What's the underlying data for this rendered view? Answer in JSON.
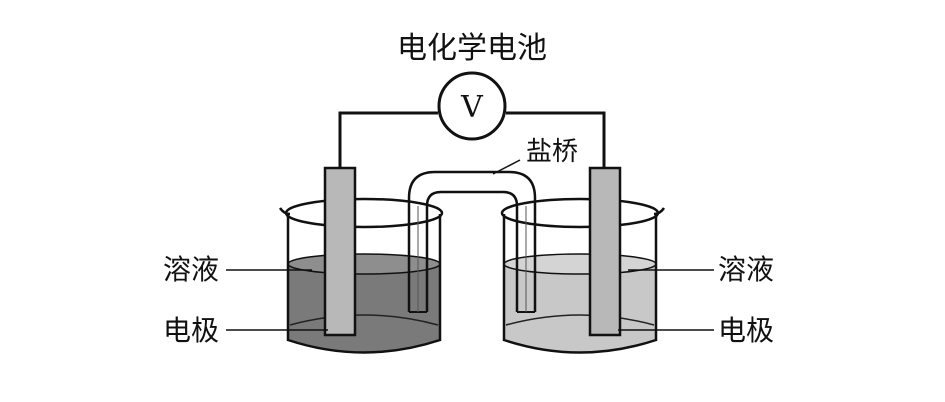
{
  "diagram": {
    "title": "电化学电池",
    "voltmeter_symbol": "V",
    "salt_bridge_label": "盐桥",
    "left_solution_label": "溶液",
    "left_electrode_label": "电极",
    "right_solution_label": "溶液",
    "right_electrode_label": "电极",
    "colors": {
      "line": "#111111",
      "left_solution": "#7a7a7a",
      "right_solution": "#c8c8c8",
      "electrode": "#b8b8b8",
      "bridge": "#ffffff"
    }
  }
}
